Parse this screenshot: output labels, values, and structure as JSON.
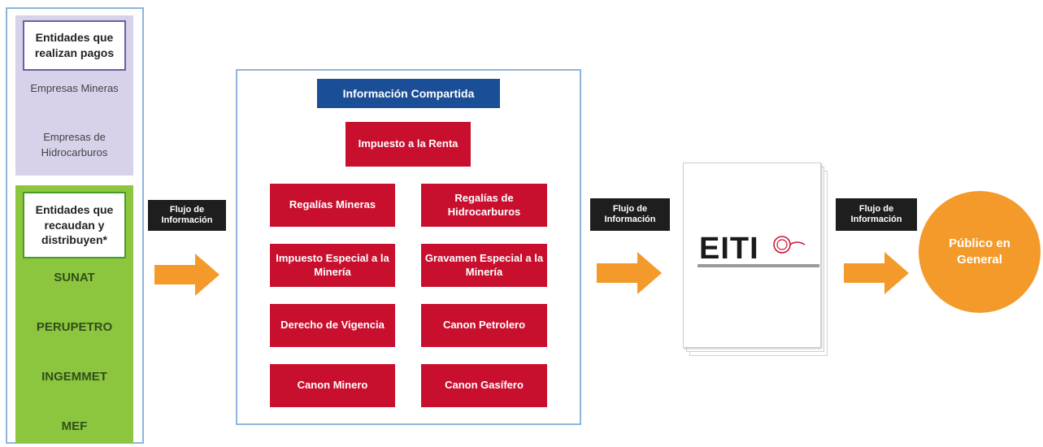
{
  "payers": {
    "title": "Entidades que realizan pagos",
    "items": [
      "Empresas Mineras",
      "Empresas de Hidrocarburos"
    ]
  },
  "collectors": {
    "title": "Entidades que recaudan y distribuyen*",
    "items": [
      "SUNAT",
      "PERUPETRO",
      "INGEMMET",
      "MEF"
    ]
  },
  "flows": [
    "Flujo de Información",
    "Flujo de Información",
    "Flujo de Información"
  ],
  "shared": {
    "title": "Información Compartida",
    "top_item": "Impuesto a la Renta",
    "items": [
      "Regalías Mineras",
      "Regalías de Hidrocarburos",
      "Impuesto Especial a la Minería",
      "Gravamen Especial a la Minería",
      "Derecho de Vigencia",
      "Canon Petrolero",
      "Canon Minero",
      "Canon Gasífero"
    ]
  },
  "report": {
    "logo": "EITI"
  },
  "public": {
    "label": "Público en General"
  },
  "colors": {
    "purple_panel": "#d7d2ea",
    "green_panel": "#8cc63f",
    "blue_header": "#1a4e96",
    "red_box": "#c8102e",
    "arrow_orange": "#f39a2a",
    "frame_blue": "#8fb6d8"
  }
}
